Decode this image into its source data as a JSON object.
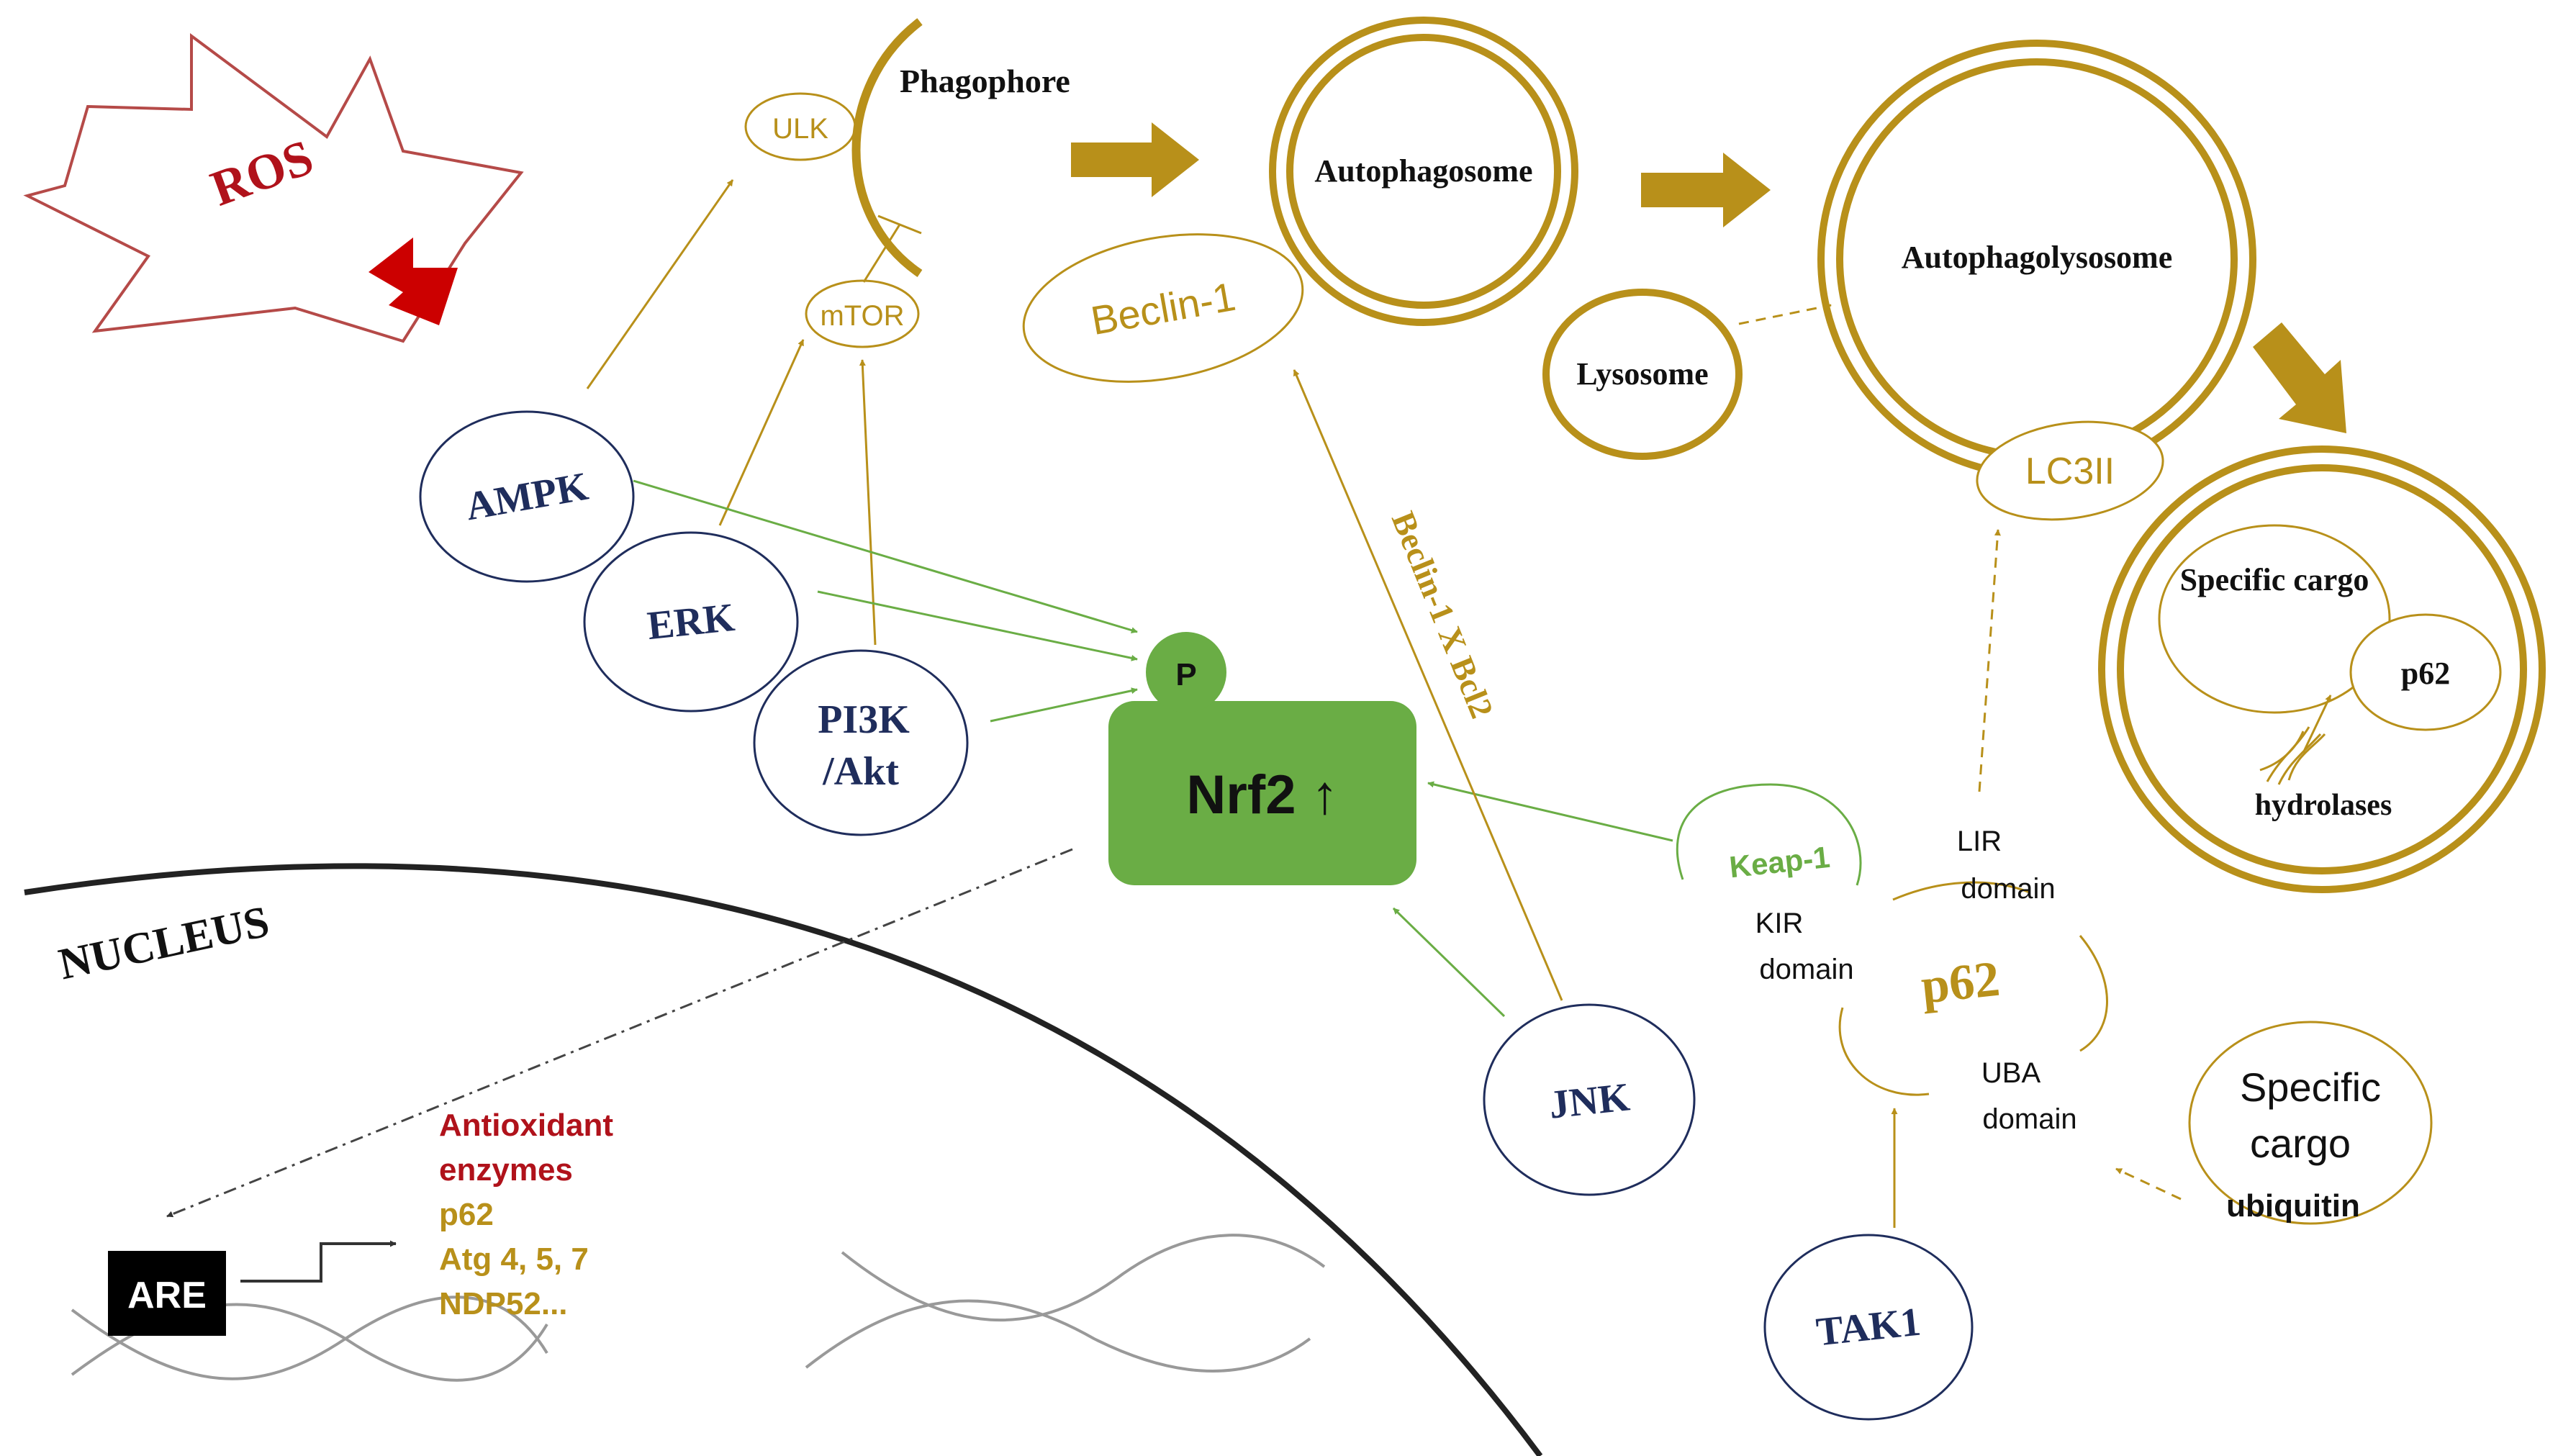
{
  "colors": {
    "gold": "#b8901a",
    "navy": "#1f2d5c",
    "green": "#6aad45",
    "nrf2_fill": "#6aad45",
    "red": "#b0121b",
    "black": "#111111"
  },
  "labels": {
    "ros": "ROS",
    "ulk": "ULK",
    "phagophore": "Phagophore",
    "mtor": "mTOR",
    "autophagosome": "Autophagosome",
    "beclin1": "Beclin-1",
    "autophagolysosome": "Autophagolysosome",
    "lysosome": "Lysosome",
    "lc3ii": "LC3II",
    "specific_cargo_in": "Specific cargo",
    "p62_in": "p62",
    "hydrolases": "hydrolases",
    "ampk": "AMPK",
    "erk": "ERK",
    "pi3k_line1": "PI3K",
    "pi3k_line2": "/Akt",
    "p_badge": "P",
    "nrf2": "Nrf2 ↑",
    "beclin_bcl2": "Beclin-1 X Bcl2",
    "keap1": "Keap-1",
    "kir_line1": "KIR",
    "kir_line2": "domain",
    "lir_line1": "LIR",
    "lir_line2": "domain",
    "p62_main": "p62",
    "uba_line1": "UBA",
    "uba_line2": "domain",
    "specific_cargo_out_line1": "Specific",
    "specific_cargo_out_line2": "cargo",
    "ubiquitin": "ubiquitin",
    "jnk": "JNK",
    "tak1": "TAK1",
    "nucleus": "NUCLEUS",
    "are": "ARE",
    "antioxidant_line1": "Antioxidant",
    "antioxidant_line2": "enzymes",
    "gene_p62": "p62",
    "gene_atg": "Atg 4, 5, 7",
    "gene_ndp52": "NDP52..."
  },
  "icons": [
    "ros-star-shape",
    "red-arrow-icon",
    "gold-block-arrow-icon",
    "dna-helix-shape",
    "bent-arrow-icon"
  ]
}
